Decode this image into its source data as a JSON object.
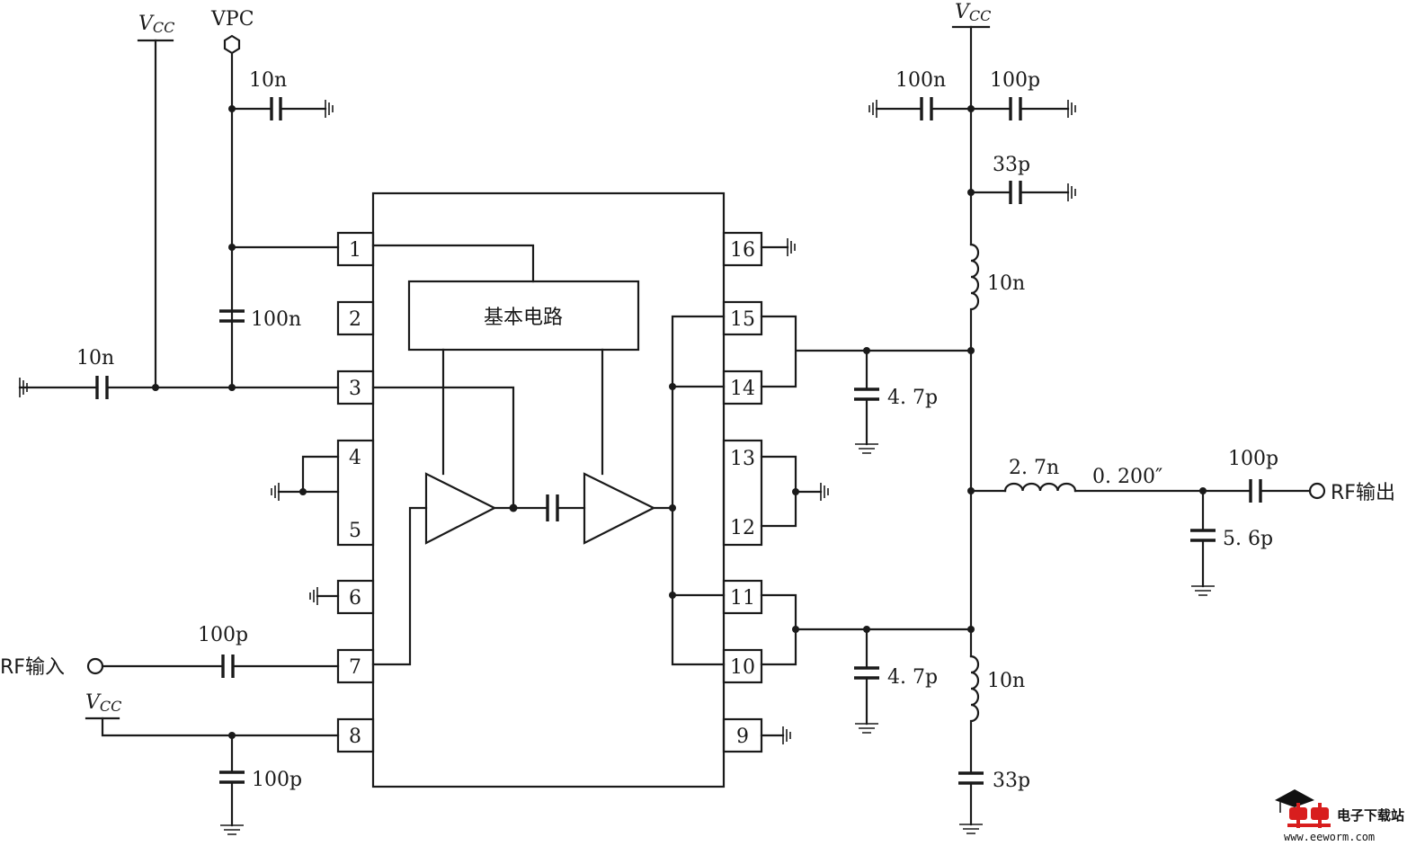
{
  "supplies": {
    "vcc": "V",
    "vcc_sub": "CC",
    "vpc": "VPC"
  },
  "block_label": "基本电路",
  "pins": [
    "1",
    "2",
    "3",
    "4",
    "5",
    "6",
    "7",
    "8",
    "9",
    "10",
    "11",
    "12",
    "13",
    "14",
    "15",
    "16"
  ],
  "components": {
    "c_vpc_top": "10n",
    "c_vpc_mid": "100n",
    "c_in_left": "10n",
    "c_rf_in": "100p",
    "c_pin8": "100p",
    "c_right_top_left": "100n",
    "c_right_top_right": "100p",
    "c_right_33p_top": "33p",
    "l_right_top": "10n",
    "c_pin15": "4. 7p",
    "c_pin11": "4. 7p",
    "l_right_bottom": "10n",
    "c_right_33p_bottom": "33p",
    "l_out": "2. 7n",
    "line_length": "0. 200″",
    "c_out": "100p",
    "c_out_shunt": "5. 6p"
  },
  "ports": {
    "rf_in": "RF输入",
    "rf_out": "RF输出"
  },
  "watermark": {
    "name": "电子下载站",
    "url": "www.eeworm.com"
  },
  "colors": {
    "ink": "#1a1a1a",
    "watermark_red": "#d81e1e"
  }
}
